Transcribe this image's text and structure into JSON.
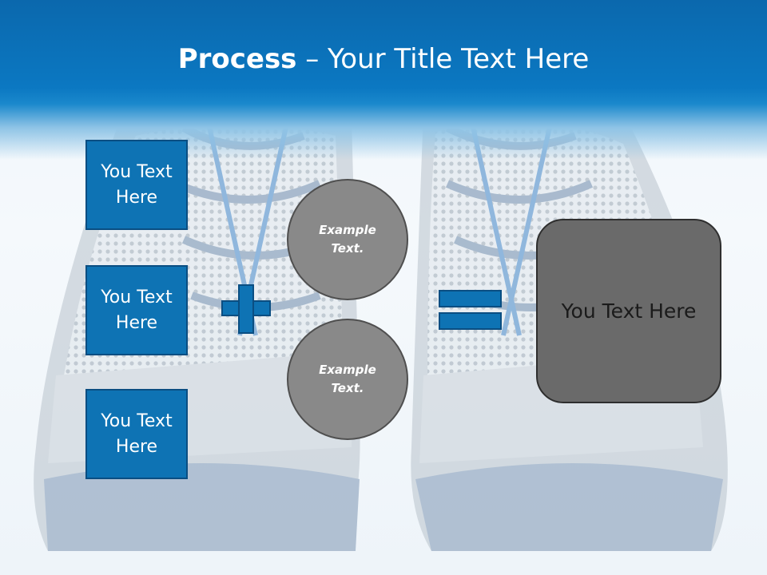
{
  "header": {
    "title_bold": "Process",
    "title_rest": " – Your Title Text Here"
  },
  "inputs": [
    {
      "label": "You Text Here"
    },
    {
      "label": "You Text Here"
    },
    {
      "label": "You Text Here"
    }
  ],
  "circles": [
    {
      "label": "Example Text."
    },
    {
      "label": "Example Text."
    }
  ],
  "operators": {
    "plus_icon": "plus-icon",
    "equals_icon": "equals-icon"
  },
  "result": {
    "label": "You Text Here"
  },
  "colors": {
    "header_blue": "#0b78c2",
    "box_blue": "#0e73b4",
    "circle_gray": "#898989",
    "result_gray": "#6a6a6a"
  }
}
